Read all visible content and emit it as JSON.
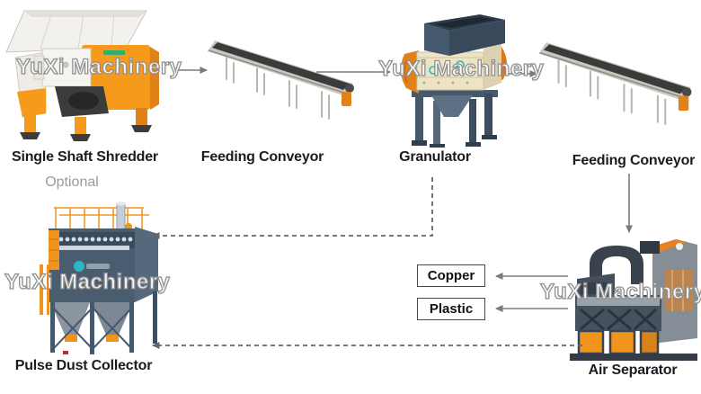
{
  "watermark_text": "YuXi Machinery",
  "machines": {
    "shredder": {
      "label": "Single Shaft Shredder",
      "note": "Optional"
    },
    "feeding_conveyor_1": {
      "label": "Feeding Conveyor"
    },
    "granulator": {
      "label": "Granulator"
    },
    "feeding_conveyor_2": {
      "label": "Feeding Conveyor"
    },
    "pulse_dust_collector": {
      "label": "Pulse Dust Collector"
    },
    "air_separator": {
      "label": "Air Separator"
    }
  },
  "outputs": {
    "copper_label": "Copper",
    "plastic_label": "Plastic"
  },
  "colors": {
    "machine_orange": "#f59a1a",
    "machine_orange_dark": "#e0821a",
    "machine_slate": "#46586c",
    "machine_slate_dark": "#35455a",
    "machine_cream": "#ece3c5",
    "belt_dark": "#3b3b3b",
    "frame_light": "#c9c6c0",
    "arrow_solid": "#7a7a7a",
    "arrow_dashed": "#666666",
    "label_text": "#1c1c1e",
    "optional_text": "#9b9b9b",
    "box_border": "#4a4a4a",
    "watermark_outline": "#909090",
    "accent_teal": "#29b8c5"
  }
}
